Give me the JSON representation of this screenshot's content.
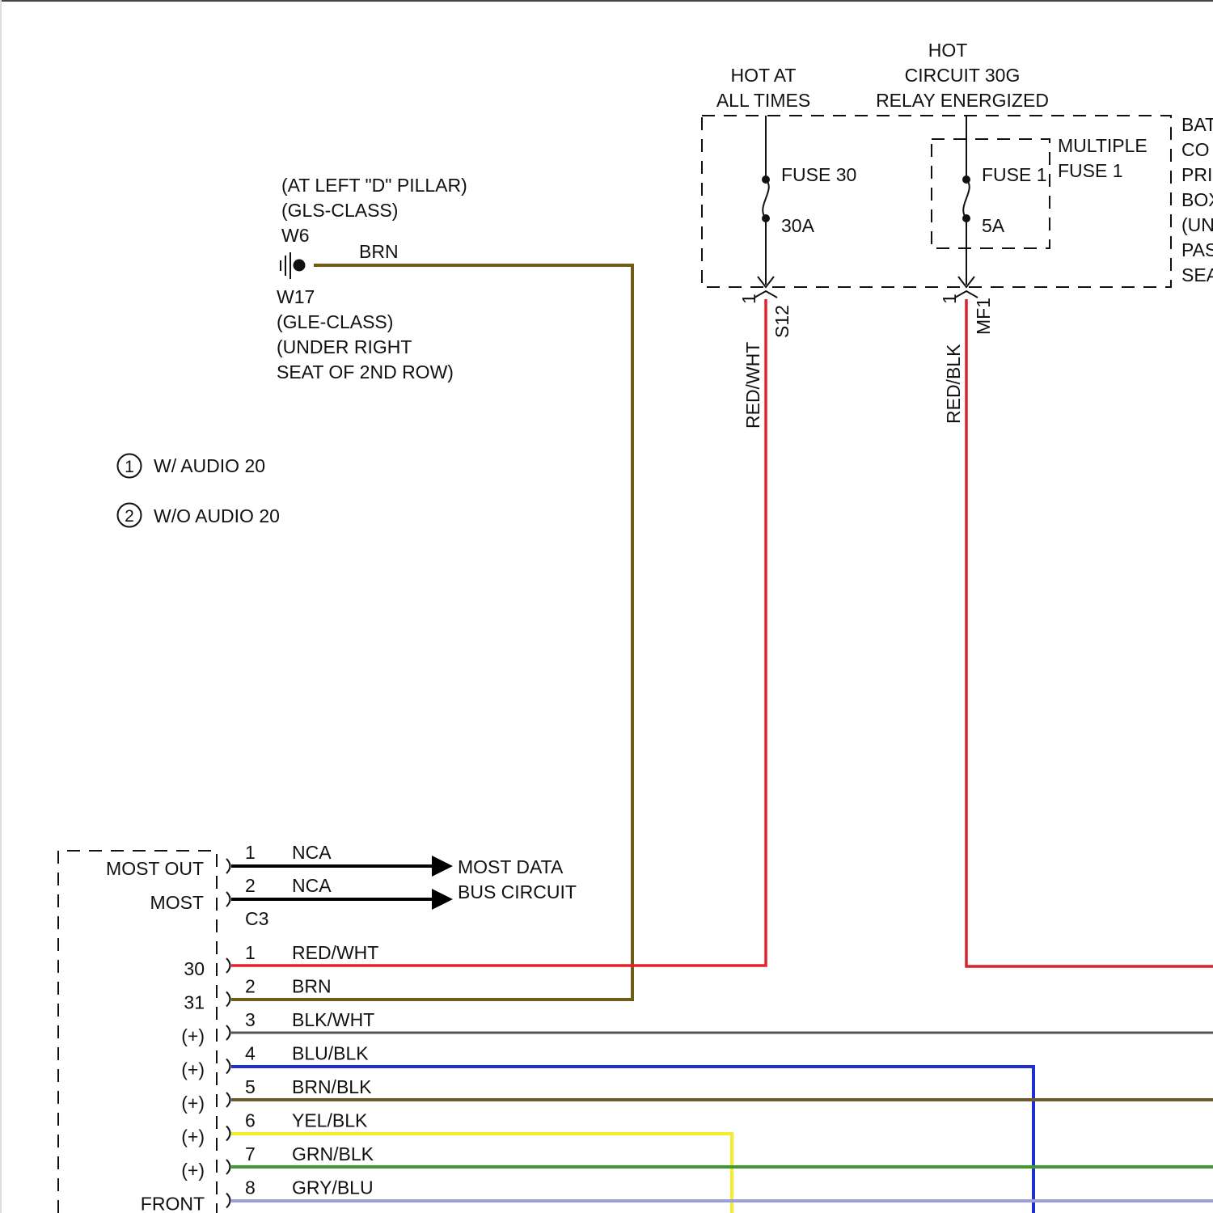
{
  "colors": {
    "red_wht": "#e3222b",
    "red_blk": "#d9232b",
    "brn": "#6f5c16",
    "blk_wht": "#555555",
    "blu_blk": "#1f2fd0",
    "brn_blk": "#6e5a2e",
    "yel_blk": "#f2ef2a",
    "grn_blk": "#3c9a2f",
    "gry_blu": "#9aa0dc",
    "black": "#000000"
  },
  "power": {
    "hot_at_all_times": [
      "HOT AT",
      "ALL TIMES"
    ],
    "hot_circuit_30g": [
      "HOT",
      "CIRCUIT 30G",
      "RELAY ENERGIZED"
    ],
    "fuse30_label": "FUSE 30",
    "fuse30_rating": "30A",
    "fuse1_label": "FUSE 1",
    "fuse1_rating": "5A",
    "multiple_fuse": [
      "MULTIPLE",
      "FUSE 1"
    ],
    "battery_box": [
      "BAT",
      "CO",
      "PRI",
      "BOX",
      "(UN",
      "PAS",
      "SEA"
    ],
    "connector_s12": "S12",
    "connector_mf1": "MF1",
    "pin_s12": "1",
    "pin_mf1": "1",
    "wire_s12": "RED/WHT",
    "wire_mf1": "RED/BLK"
  },
  "ground": {
    "location_top": [
      "(AT LEFT \"D\" PILLAR)",
      "(GLS-CLASS)",
      "W6"
    ],
    "location_bottom": [
      "W17",
      "(GLE-CLASS)",
      "(UNDER RIGHT",
      "SEAT OF 2ND ROW)"
    ],
    "wire": "BRN"
  },
  "legend": [
    {
      "num": "1",
      "text": "W/ AUDIO 20"
    },
    {
      "num": "2",
      "text": "W/O AUDIO 20"
    }
  ],
  "module": {
    "most_out": "MOST OUT",
    "most": "MOST",
    "most_pins": [
      {
        "pin": "1",
        "wire": "NCA"
      },
      {
        "pin": "2",
        "wire": "NCA"
      }
    ],
    "most_data": [
      "MOST DATA",
      "BUS CIRCUIT"
    ],
    "connector": "C3",
    "pins": [
      {
        "side": "30",
        "pin": "1",
        "wire": "RED/WHT"
      },
      {
        "side": "31",
        "pin": "2",
        "wire": "BRN"
      },
      {
        "side": "(+)",
        "pin": "3",
        "wire": "BLK/WHT"
      },
      {
        "side": "(+)",
        "pin": "4",
        "wire": "BLU/BLK"
      },
      {
        "side": "(+)",
        "pin": "5",
        "wire": "BRN/BLK"
      },
      {
        "side": "(+)",
        "pin": "6",
        "wire": "YEL/BLK"
      },
      {
        "side": "(+)",
        "pin": "7",
        "wire": "GRN/BLK"
      },
      {
        "side": "FRONT",
        "pin": "8",
        "wire": "GRY/BLU"
      }
    ]
  }
}
